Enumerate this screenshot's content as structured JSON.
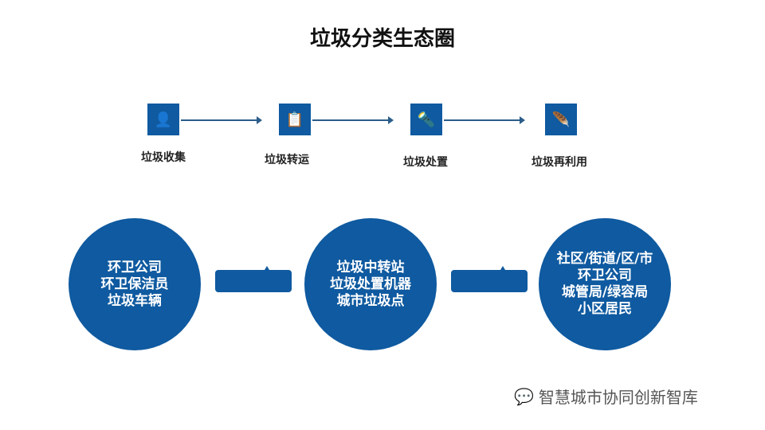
{
  "title": "垃圾分类生态圈",
  "steps": [
    {
      "label": "垃圾收集",
      "icon": "user-icon"
    },
    {
      "label": "垃圾转运",
      "icon": "clipboard-icon"
    },
    {
      "label": "垃圾处置",
      "icon": "flashlight-icon"
    },
    {
      "label": "垃圾再利用",
      "icon": "feather-icon"
    }
  ],
  "circles": [
    {
      "lines": [
        "环卫公司",
        "环卫保洁员",
        "垃圾车辆"
      ]
    },
    {
      "lines": [
        "垃圾中转站",
        "垃圾处置机器",
        "城市垃圾点"
      ]
    },
    {
      "lines": [
        "社区/街道/区/市",
        "环卫公司",
        "城管局/绿容局",
        "小区居民"
      ]
    }
  ],
  "watermark": "智慧城市协同创新智库"
}
